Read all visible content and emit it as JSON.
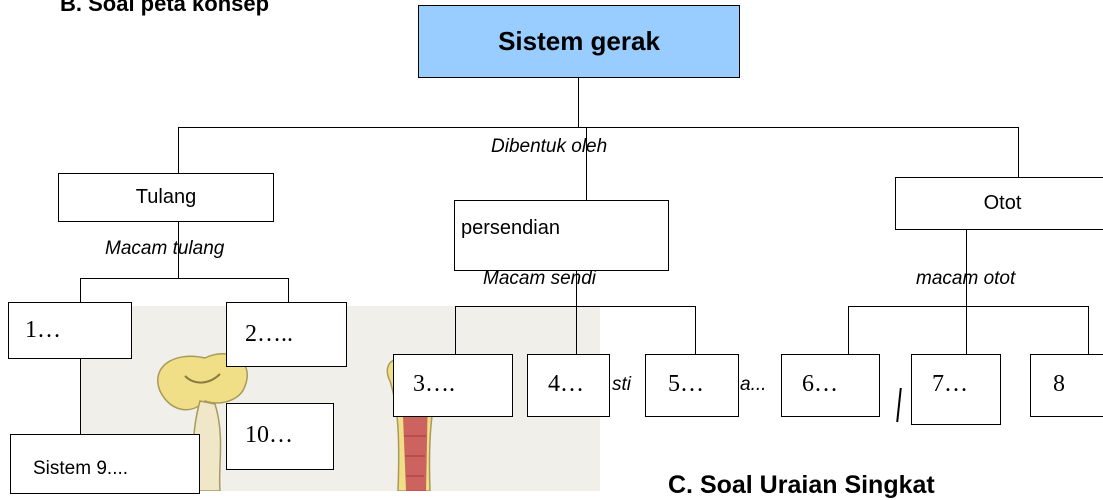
{
  "section_b_heading": "B.  Soal peta konsep",
  "root": "Sistem gerak",
  "link_root": "Dibentuk oleh",
  "tulang": "Tulang",
  "persendian": "persendian",
  "otot": "Otot",
  "link_tulang": "Macam tulang",
  "link_sendi": "Macam sendi",
  "link_otot": "macam otot",
  "blanks": {
    "b1": "1…",
    "b2": "2…..",
    "b3": "3….",
    "b4": "4…",
    "b5": "5…",
    "b6": "6…",
    "b7": "7…",
    "b8": "8",
    "b9": "Sistem 9....",
    "b10": "10…"
  },
  "overlap_fragments": {
    "left": "sti",
    "right": "a..."
  },
  "section_c_heading": "C.  Soal Uraian Singkat",
  "colors": {
    "root_fill": "#99ccff",
    "photo_bg": "#f1efea",
    "bone": "#f0df86",
    "marrow": "#c23a52"
  }
}
